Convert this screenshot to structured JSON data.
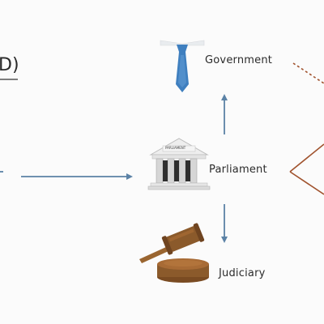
{
  "title_fragment": "D)",
  "nodes": {
    "government": {
      "label": "Government",
      "icon": "tie-icon"
    },
    "parliament": {
      "label": "Parliament",
      "icon": "parliament-building-icon",
      "sign_text": "PARLIAMENT"
    },
    "judiciary": {
      "label": "Judiciary",
      "icon": "gavel-icon"
    }
  },
  "colors": {
    "arrow": "#5b82a6",
    "dashed_connector": "#a0522d",
    "tie": "#3f7fbf",
    "gavel": "#8b5a2b"
  }
}
